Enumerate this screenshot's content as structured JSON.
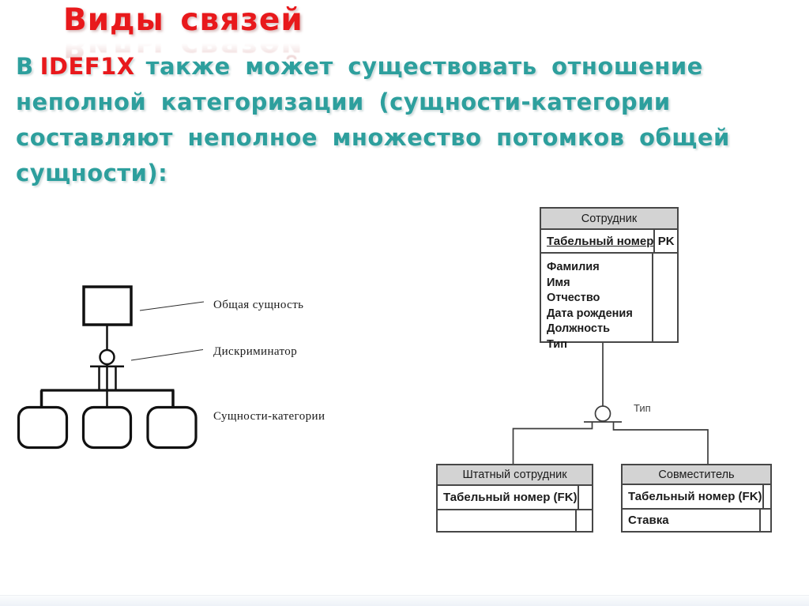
{
  "slide": {
    "title": "Виды связей",
    "body": {
      "line1_pre": "В",
      "line1_highlight": "IDEF1X",
      "line1_rest": "также может существовать отношение",
      "line2": "неполной категоризации (сущности-категории",
      "line3": "составляют неполное множество потомков общей",
      "line4": "сущности):"
    }
  },
  "left_diagram": {
    "labels": {
      "general_entity": "Общая сущность",
      "discriminator": "Дискриминатор",
      "category_entities": "Сущности-категории"
    }
  },
  "right_diagram": {
    "discriminator_label": "Тип",
    "employee": {
      "title": "Сотрудник",
      "key": "Табельный номер",
      "key_tag": "PK",
      "attributes": [
        "Фамилия",
        "Имя",
        "Отчество",
        "Дата рождения",
        "Должность",
        "Тип"
      ]
    },
    "staff": {
      "title": "Штатный сотрудник",
      "key": "Табельный номер (FK)"
    },
    "parttime": {
      "title": "Совместитель",
      "key": "Табельный номер (FK)",
      "attribute": "Ставка"
    }
  },
  "colors": {
    "title_red": "#e8191c",
    "body_teal": "#2d9f9d",
    "table_header_bg": "#d3d3d3",
    "diagram_line_black": "#1a1a1a",
    "connector_gray": "#3d3d3d"
  }
}
